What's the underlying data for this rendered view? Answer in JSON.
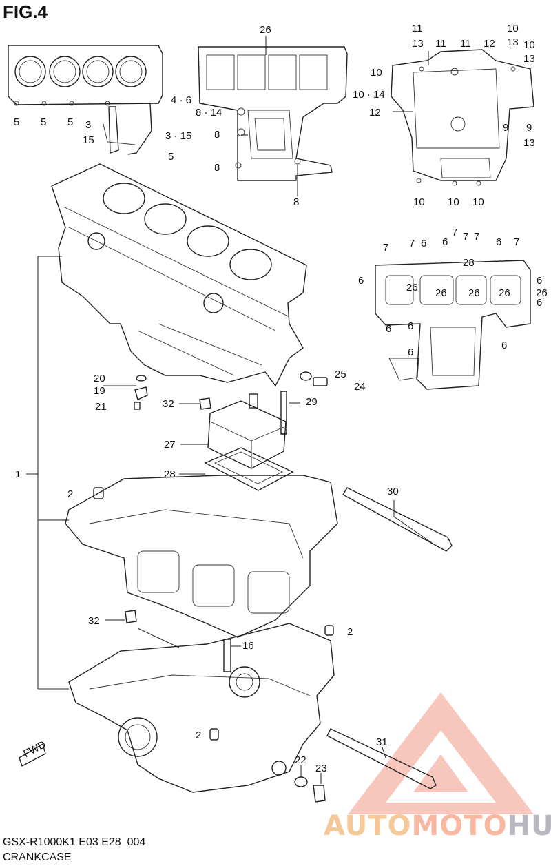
{
  "figure_title": "FIG.4",
  "footer": {
    "model_code": "GSX-R1000K1 E03 E28_004",
    "part_name": "CRANKCASE"
  },
  "watermark": {
    "part1": "AUTO",
    "part2": "MOTO",
    "part3": "HUB"
  },
  "fwd_label": "FWD",
  "callouts": {
    "c1": "1",
    "c2a": "2",
    "c2b": "2",
    "c2c": "2",
    "c3": "3",
    "c15": "15",
    "c3_15": "3 · 15",
    "c4_6": "4 · 6",
    "c5a": "5",
    "c5b": "5",
    "c5c": "5",
    "c5d": "5",
    "c26top": "26",
    "c8_14": "8 · 14",
    "c8a": "8",
    "c8b": "8",
    "c8c": "8",
    "c11a": "11",
    "c13a": "13",
    "c11b": "11",
    "c11c": "11",
    "c12a": "12",
    "c10a": "10",
    "c13b": "13",
    "c10b": "10",
    "c13c": "13",
    "c10c": "10",
    "c10_14": "10 · 14",
    "c12b": "12",
    "c9a": "9",
    "c9b": "9",
    "c13d": "13",
    "c10d": "10",
    "c10e": "10",
    "c10f": "10",
    "c7a": "7",
    "c7b": "7",
    "c6a": "6",
    "c6b": "6",
    "c7c": "7",
    "c7d": "7",
    "c7e": "7",
    "c6c": "6",
    "c7f": "7",
    "c28a": "28",
    "c6d": "6",
    "c26a": "26",
    "c26b": "26",
    "c26c": "26",
    "c26d": "26",
    "c6e": "6",
    "c26e": "26",
    "c6f": "6",
    "c6g": "6",
    "c6h": "6",
    "c6i": "6",
    "c6j": "6",
    "c20": "20",
    "c19": "19",
    "c21": "21",
    "c25": "25",
    "c24": "24",
    "c32a": "32",
    "c29": "29",
    "c27": "27",
    "c28b": "28",
    "c30": "30",
    "c32b": "32",
    "c16": "16",
    "c31": "31",
    "c22": "22",
    "c23": "23"
  }
}
